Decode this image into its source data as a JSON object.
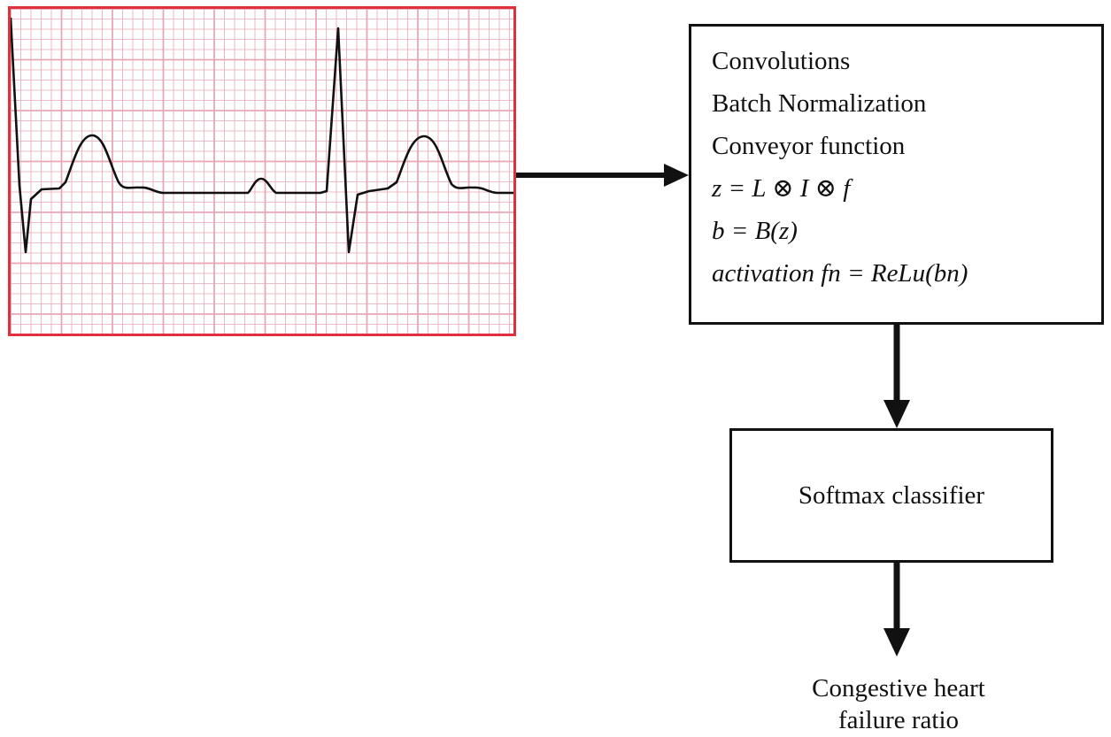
{
  "diagram": {
    "ecg_input": {
      "icon": "ecg-waveform-icon",
      "grid_color": "#e7a7b4",
      "border_color": "#e0303c",
      "trace_color": "#111111"
    },
    "conv_block": {
      "lines": [
        "Convolutions",
        "Batch Normalization",
        "Conveyor function"
      ],
      "eq1": {
        "lhs": "z",
        "rest": " = L ⊗  I ⊗  f"
      },
      "eq2": {
        "lhs": "b",
        "rest": " = B(z)"
      },
      "eq3": {
        "lhs": "activation fn",
        "rest": " = ReLu(bn)"
      }
    },
    "softmax_block": {
      "label": "Softmax classifier"
    },
    "output": {
      "line1": "Congestive heart",
      "line2": "failure ratio"
    }
  }
}
